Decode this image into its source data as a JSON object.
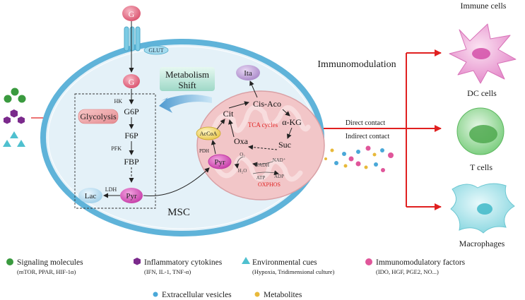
{
  "metabolites": {
    "glucose_out": "G",
    "glucose_in": "G",
    "glut": "GLUT",
    "hk": "HK",
    "g6p": "G6P",
    "f6p": "F6P",
    "pfk": "PFK",
    "fbp": "FBP",
    "pyr_cyto": "Pyr",
    "ldh": "LDH",
    "lac": "Lac",
    "glycolysis": "Glycolysis",
    "pyr_mito": "Pyr",
    "pdh": "PDH",
    "acoa": "AcCoA",
    "cit": "Cit",
    "cis_aco": "Cis-Aco",
    "akg": "α-KG",
    "suc": "Suc",
    "oxa": "Oxa",
    "ita": "Ita",
    "tca": "TCA cycles",
    "o2": "O₂",
    "h2o": "H₂O",
    "nadh": "NADH",
    "nad": "NAD⁺",
    "atp": "ATP",
    "adp": "ADP",
    "oxphos": "OXPHOS"
  },
  "shift": {
    "line1": "Metabolism",
    "line2": "Shift"
  },
  "cell_label": "MSC",
  "immunomodulation": "Immunomodulation",
  "contact": {
    "direct": "Direct contact",
    "indirect": "Indirect contact"
  },
  "immune": {
    "title": "Immune cells",
    "dc": "DC cells",
    "t": "T cells",
    "macro": "Macrophages"
  },
  "legend": [
    {
      "label": "Signaling molecules",
      "sub": "(mTOR, PPAR, HIF-1α)",
      "color": "#3a9a3f",
      "icon": "circle"
    },
    {
      "label": "Inflammatory cytokines",
      "sub": "(IFN, IL-1, TNF-α)",
      "color": "#7b2a8c",
      "icon": "hexagon"
    },
    {
      "label": "Environmental cues",
      "sub": "(Hypoxia, Tridimensional culture)",
      "color": "#4fc0cf",
      "icon": "triangle"
    },
    {
      "label": "Immunomodulatory factors",
      "sub": "(IDO, HGF, PGE2, NO...)",
      "color": "#e0569a",
      "icon": "circle"
    },
    {
      "label": "Extracellular vesicles",
      "sub": "",
      "color": "#4aa8d8",
      "icon": "dot"
    },
    {
      "label": "Metabolites",
      "sub": "",
      "color": "#e8b93a",
      "icon": "dot"
    }
  ],
  "colors": {
    "cell_border": "#5fb3d9",
    "cell_fill": "#e4f1f8",
    "mito_fill": "#f2c6c8",
    "arrow_red": "#e02020",
    "tca_red": "#e02020"
  }
}
